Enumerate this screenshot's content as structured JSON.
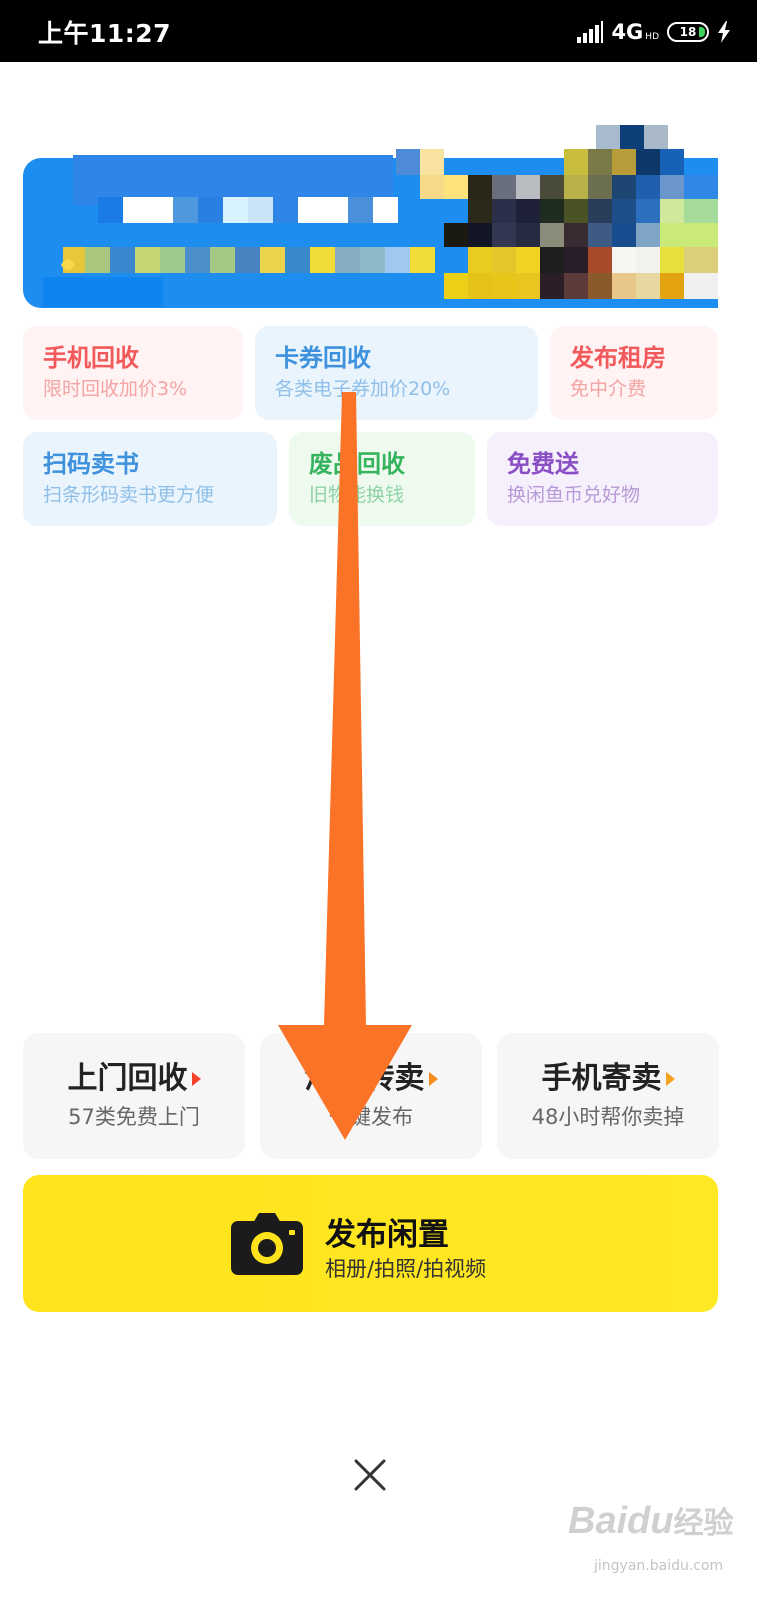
{
  "status_bar": {
    "time": "上午11:27",
    "network": "4G",
    "network_sub": "HD",
    "battery": "18"
  },
  "service_cards": [
    {
      "title": "手机回收",
      "subtitle": "限时回收加价3%",
      "title_color": "#f2595a",
      "sub_color": "#f5a3a3",
      "bg": "#fff3f3"
    },
    {
      "title": "卡券回收",
      "subtitle": "各类电子券加价20%",
      "title_color": "#3e91dd",
      "sub_color": "#8fbfe8",
      "bg": "#eaf4fd"
    },
    {
      "title": "发布租房",
      "subtitle": "免中介费",
      "title_color": "#f2595a",
      "sub_color": "#f5a3a3",
      "bg": "#fff3f3"
    },
    {
      "title": "扫码卖书",
      "subtitle": "扫条形码卖书更方便",
      "title_color": "#3e91dd",
      "sub_color": "#8fbfe8",
      "bg": "#eaf4fd"
    },
    {
      "title": "废品回收",
      "subtitle": "旧物能换钱",
      "title_color": "#36b35e",
      "sub_color": "#8ed3a4",
      "bg": "#effaef"
    },
    {
      "title": "免费送",
      "subtitle": "换闲鱼币兑好物",
      "title_color": "#8a4fc4",
      "sub_color": "#b99ad8",
      "bg": "#f5f0fc"
    }
  ],
  "action_cards": [
    {
      "title": "上门回收",
      "subtitle": "57类免费上门",
      "arrow_color": "#f5412d"
    },
    {
      "title": "淘宝转卖",
      "subtitle": "一键发布",
      "arrow_color": "#f58a1f"
    },
    {
      "title": "手机寄卖",
      "subtitle": "48小时帮你卖掉",
      "arrow_color": "#f5a21f"
    }
  ],
  "publish": {
    "title": "发布闲置",
    "subtitle": "相册/拍照/拍视频"
  },
  "annotation_arrow_color": "#fb7327",
  "watermark": {
    "brand": "Bai",
    "brand_suffix": "du",
    "brand_cn": "经验",
    "url": "jingyan.baidu.com"
  }
}
